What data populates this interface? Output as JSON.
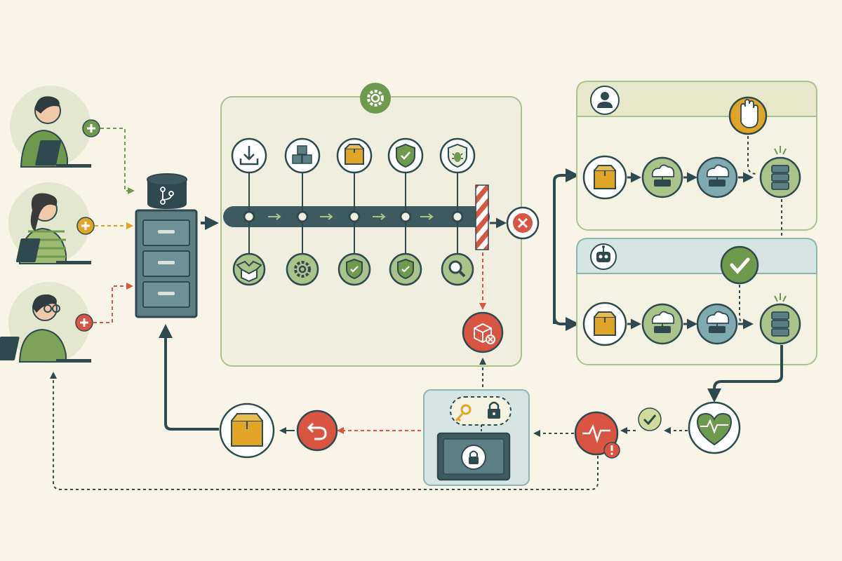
{
  "diagram": {
    "kind": "CI/CD pipeline with two deployment environments, health monitoring and rollback",
    "colors": {
      "background": "#f8f4e8",
      "dark_line": "#2f4a4e",
      "green": "#6e9a4e",
      "light_green": "#a9c48a",
      "teal": "#5d8f93",
      "amber": "#e0a526",
      "red": "#d95541",
      "pale_panel": "#f0efdf",
      "manual_header": "#e7e7c9",
      "auto_header": "#d7e5e2",
      "cabinet": "#5c7f83"
    },
    "developers": [
      {
        "id": "developer-1",
        "shirt": "#6e9a4e",
        "commit_badge_color": "#6e9a4e",
        "commit_icon": "plus-icon"
      },
      {
        "id": "developer-2",
        "shirt": "#9cbc72",
        "commit_badge_color": "#e0a526",
        "commit_icon": "plus-icon"
      },
      {
        "id": "developer-3",
        "shirt": "#7da35a",
        "commit_badge_color": "#d95541",
        "commit_icon": "plus-icon"
      }
    ],
    "repository": {
      "icons": [
        "git-branch-icon",
        "file-cabinet-icon"
      ]
    },
    "pipeline": {
      "header_icon": "gear-icon",
      "top_stages": [
        "download-icon",
        "cubes-icon",
        "package-icon",
        "shield-check-icon",
        "bug-shield-icon"
      ],
      "bottom_stages": [
        "open-box-icon",
        "gear-icon",
        "shield-check-icon",
        "shield-check-icon",
        "magnifier-icon"
      ],
      "gate": "striped-barrier",
      "failure_icon": "x-circle-icon",
      "rejected_artifact_icon": "package-x-icon"
    },
    "environments": [
      {
        "id": "manual-environment",
        "header_icon": "person-icon",
        "gate_icon": "hand-stop-icon",
        "steps": [
          "package-icon",
          "cloud-server-icon",
          "cloud-server-icon",
          "server-stack-icon"
        ]
      },
      {
        "id": "automated-environment",
        "header_icon": "robot-icon",
        "gate_icon": "check-icon",
        "steps": [
          "package-icon",
          "cloud-server-icon",
          "cloud-server-icon",
          "server-stack-icon"
        ]
      }
    ],
    "monitoring": {
      "healthy_icon": "heart-pulse-icon",
      "check_icon": "check-icon",
      "alert_icon": "pulse-alert-icon"
    },
    "secrets": {
      "icons": [
        "key-icon",
        "padlock-icon",
        "vault-icon"
      ]
    },
    "rollback": {
      "icons": [
        "undo-arrow-icon",
        "package-icon"
      ]
    }
  }
}
